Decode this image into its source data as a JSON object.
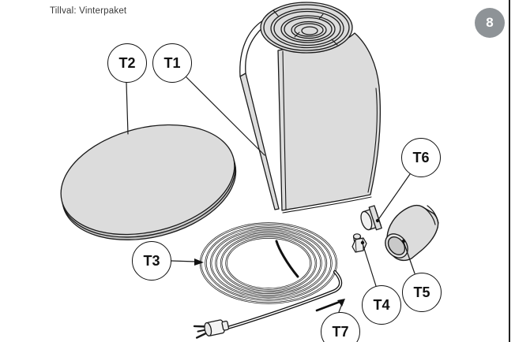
{
  "header": {
    "title": "Tillval: Vinterpaket",
    "page_number": "8"
  },
  "callouts": {
    "t1": "T1",
    "t2": "T2",
    "t3": "T3",
    "t4": "T4",
    "t5": "T5",
    "t6": "T6",
    "t7": "T7"
  },
  "colors": {
    "outline": "#1a1a1a",
    "part_fill": "#dcdcdc",
    "part_fill_dark": "#c9c9c9",
    "badge_bg": "#8e9397",
    "badge_text": "#ffffff"
  }
}
